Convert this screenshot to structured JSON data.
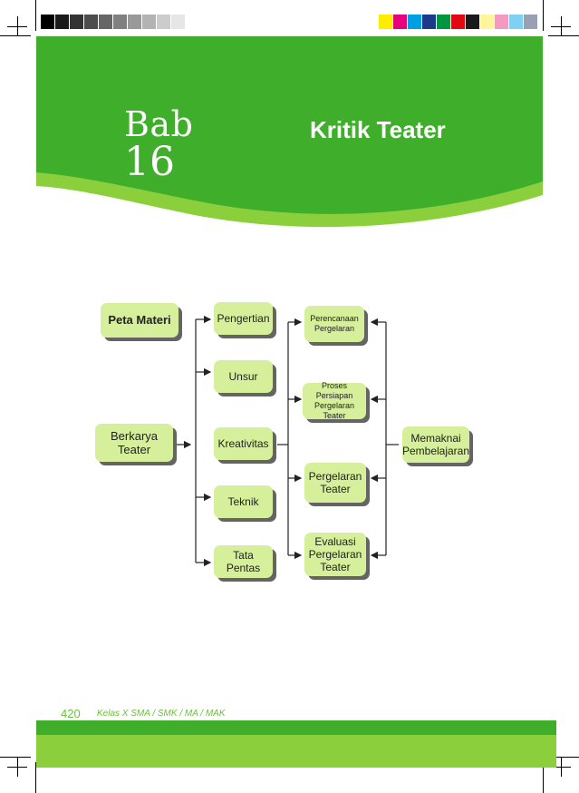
{
  "chapter": {
    "label": "Bab",
    "number": "16",
    "title": "Kritik Teater"
  },
  "color_bars": {
    "grays": [
      "#000000",
      "#1a1a1a",
      "#333333",
      "#4d4d4d",
      "#666666",
      "#808080",
      "#999999",
      "#b3b3b3",
      "#cccccc",
      "#e6e6e6",
      "#ffffff"
    ],
    "colors": [
      "#ffed00",
      "#e6007e",
      "#009fe3",
      "#1d3a8a",
      "#00963f",
      "#e30613",
      "#1a1a1a",
      "#fff59d",
      "#f49ac1",
      "#7fd1f3",
      "#9aa0b4"
    ]
  },
  "accent_color": "#3fae2a",
  "concept_map": {
    "start": "Peta Materi",
    "root": "Berkarya\nTeater",
    "topics": [
      "Pengertian",
      "Unsur",
      "Kreativitas",
      "Teknik",
      "Tata Pentas"
    ],
    "stages": [
      "Perencanaan\nPergelaran",
      "Proses Persiapan\nPergelaran Teater",
      "Pergelaran\nTeater",
      "Evaluasi\nPergelaran\nTeater"
    ],
    "end": "Memaknai\nPembelajaran"
  },
  "footer": {
    "page_number": "420",
    "book": "Kelas X SMA / SMK / MA / MAK"
  }
}
